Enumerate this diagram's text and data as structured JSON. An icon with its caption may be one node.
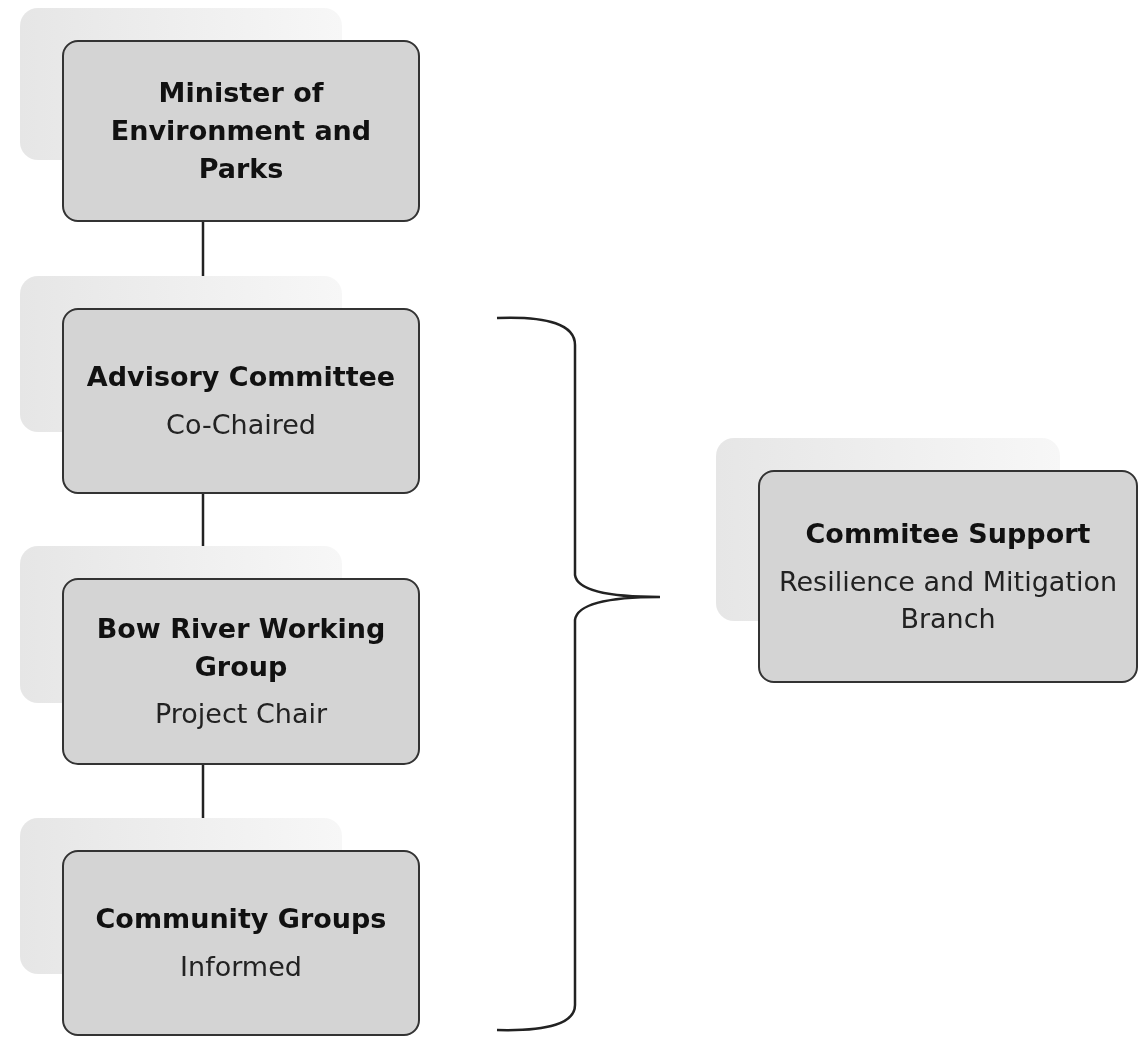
{
  "diagram": {
    "nodes": [
      {
        "text": [
          "Minister of Environment and Parks"
        ]
      },
      {
        "text": [
          "Advisory Committee",
          "Co-Chaired"
        ]
      },
      {
        "text": [
          "Bow River Working Group",
          "Project Chair"
        ]
      },
      {
        "text": [
          "Community Groups",
          "Informed"
        ]
      },
      {
        "text": [
          "Commitee Support",
          "Resilience and Mitigation Branch"
        ]
      }
    ],
    "edges": [
      {
        "from": 0,
        "to": 1,
        "arrow": "none"
      },
      {
        "from": 1,
        "to": 2,
        "arrow": "none"
      },
      {
        "from": 2,
        "to": 3,
        "arrow": "none"
      }
    ]
  }
}
